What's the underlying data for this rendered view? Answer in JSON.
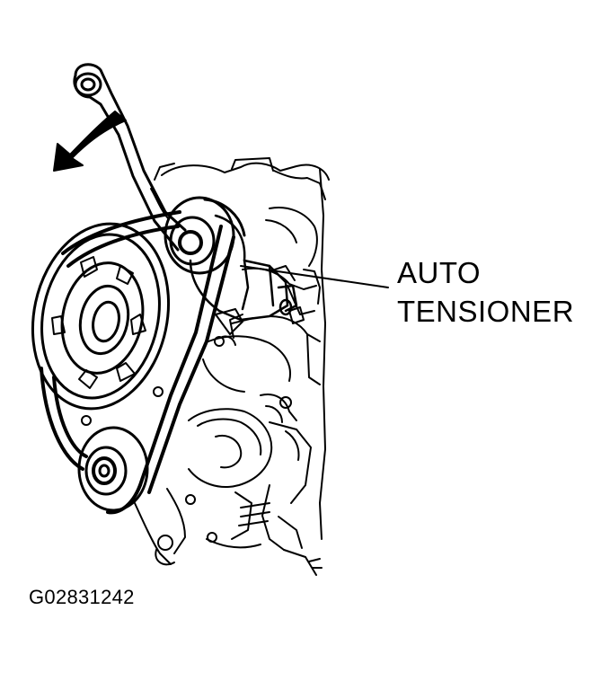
{
  "diagram": {
    "callout": {
      "line1": "AUTO",
      "line2": "TENSIONER"
    },
    "figure_code": "G02831242",
    "icons": [
      "rotation-arrow-icon"
    ],
    "colors": {
      "ink": "#000000",
      "paper": "#ffffff"
    }
  }
}
